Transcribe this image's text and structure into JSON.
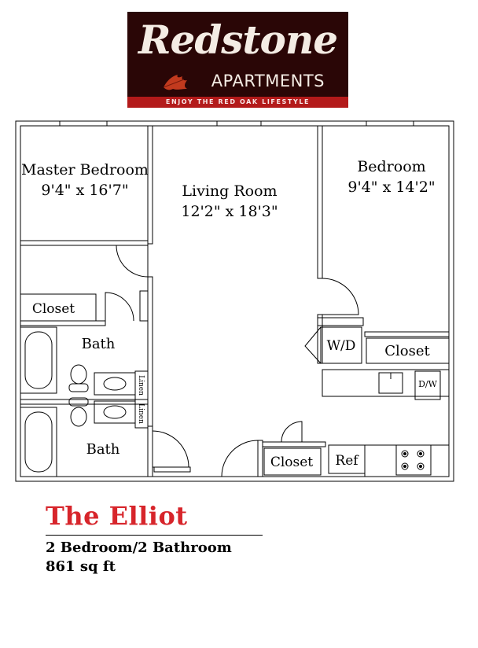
{
  "logo": {
    "brand": "Redstone",
    "sub": "APARTMENTS",
    "tagline": "ENJOY THE RED OAK LIFESTYLE"
  },
  "rooms": {
    "master_bedroom": {
      "name": "Master Bedroom",
      "dims": "9'4\" x 16'7\""
    },
    "living_room": {
      "name": "Living Room",
      "dims": "12'2\" x 18'3\""
    },
    "bedroom": {
      "name": "Bedroom",
      "dims": "9'4\" x 14'2\""
    }
  },
  "fixtures": {
    "closet_master": "Closet",
    "bath_1": "Bath",
    "bath_2": "Bath",
    "linen_1": "Linen",
    "linen_2": "Linen",
    "wd": "W/D",
    "closet_bedroom": "Closet",
    "dw": "D/W",
    "closet_entry": "Closet",
    "ref": "Ref"
  },
  "plan": {
    "title": "The Elliot",
    "beds_baths": "2 Bedroom/2 Bathroom",
    "area": "861 sq ft"
  },
  "colors": {
    "title_red": "#d7252b",
    "logo_bg": "#2a0606",
    "logo_band": "#b31a1a"
  }
}
